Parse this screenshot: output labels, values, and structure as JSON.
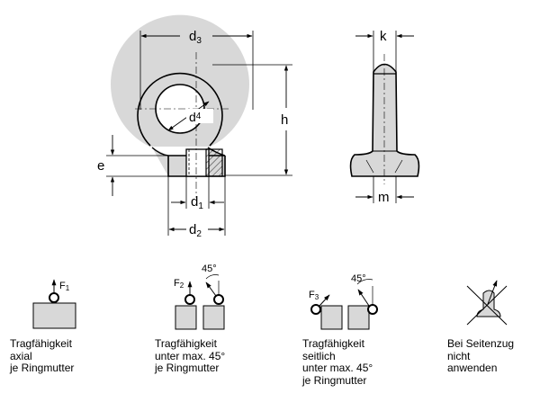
{
  "dimensions": {
    "d3": "d",
    "d3_sub": "3",
    "d4": "d",
    "d4_sub": "4",
    "h": "h",
    "e": "e",
    "d1": "d",
    "d1_sub": "1",
    "d2": "d",
    "d2_sub": "2",
    "k": "k",
    "m": "m"
  },
  "load_cases": [
    {
      "force": "F",
      "force_sub": "1",
      "caption": [
        "Tragfähigkeit",
        "axial",
        "je Ringmutter"
      ]
    },
    {
      "force": "F",
      "force_sub": "2",
      "angle": "45°",
      "caption": [
        "Tragfähigkeit",
        "unter max. 45°",
        "je Ringmutter"
      ]
    },
    {
      "force": "F",
      "force_sub": "3",
      "angle": "45°",
      "caption": [
        "Tragfähigkeit",
        "seitlich",
        "unter max. 45°",
        "je Ringmutter"
      ]
    },
    {
      "caption": [
        "Bei Seitenzug",
        "nicht",
        "anwenden"
      ]
    }
  ],
  "colors": {
    "ring_fill": "#d8d8d8",
    "line": "#000000"
  }
}
